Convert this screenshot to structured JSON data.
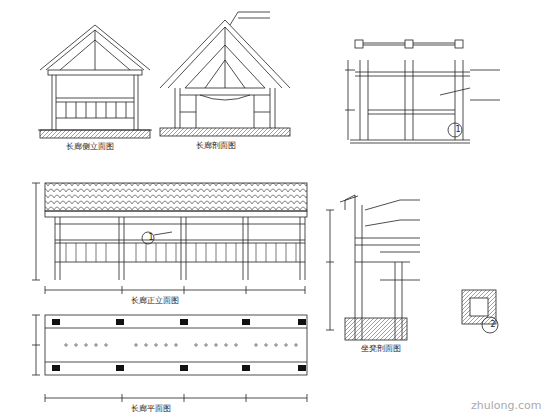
{
  "diagram": {
    "labels": [
      "长廊侧立面图",
      "长廊剖面图",
      "长廊正立面图",
      "长廊平面图",
      "坐凳剖面图",
      "1",
      "2",
      "1",
      "zhulong.com"
    ]
  }
}
